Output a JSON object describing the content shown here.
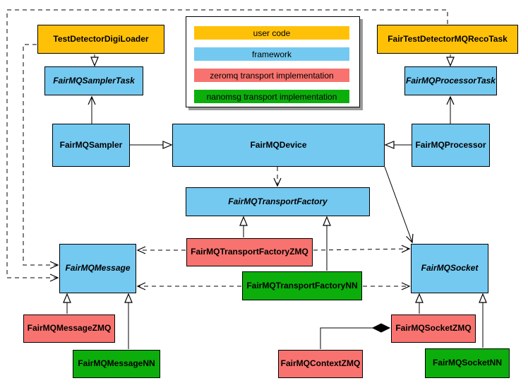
{
  "legend": {
    "items": [
      {
        "label": "user code",
        "color": "#FFC107"
      },
      {
        "label": "framework",
        "color": "#74C9F0"
      },
      {
        "label": "zeromq transport implementation",
        "color": "#F8736F"
      },
      {
        "label": "nanomsg transport implementation",
        "color": "#0CAE0C"
      }
    ]
  },
  "nodes": {
    "test_detector_digi_loader": {
      "label": "TestDetectorDigiLoader",
      "category": "user code",
      "abstract": false
    },
    "fair_test_detector_mq_reco_task": {
      "label": "FairTestDetectorMQRecoTask",
      "category": "user code",
      "abstract": false
    },
    "fair_mq_sampler_task": {
      "label": "FairMQSamplerTask",
      "category": "framework",
      "abstract": true
    },
    "fair_mq_processor_task": {
      "label": "FairMQProcessorTask",
      "category": "framework",
      "abstract": true
    },
    "fair_mq_sampler": {
      "label": "FairMQSampler",
      "category": "framework",
      "abstract": false
    },
    "fair_mq_device": {
      "label": "FairMQDevice",
      "category": "framework",
      "abstract": false
    },
    "fair_mq_processor": {
      "label": "FairMQProcessor",
      "category": "framework",
      "abstract": false
    },
    "fair_mq_transport_factory": {
      "label": "FairMQTransportFactory",
      "category": "framework",
      "abstract": true
    },
    "fair_mq_message": {
      "label": "FairMQMessage",
      "category": "framework",
      "abstract": true
    },
    "fair_mq_socket": {
      "label": "FairMQSocket",
      "category": "framework",
      "abstract": true
    },
    "fair_mq_transport_factory_zmq": {
      "label": "FairMQTransportFactoryZMQ",
      "category": "zeromq transport implementation",
      "abstract": false
    },
    "fair_mq_transport_factory_nn": {
      "label": "FairMQTransportFactoryNN",
      "category": "nanomsg transport implementation",
      "abstract": false
    },
    "fair_mq_message_zmq": {
      "label": "FairMQMessageZMQ",
      "category": "zeromq transport implementation",
      "abstract": false
    },
    "fair_mq_message_nn": {
      "label": "FairMQMessageNN",
      "category": "nanomsg transport implementation",
      "abstract": false
    },
    "fair_mq_socket_zmq": {
      "label": "FairMQSocketZMQ",
      "category": "zeromq transport implementation",
      "abstract": false
    },
    "fair_mq_socket_nn": {
      "label": "FairMQSocketNN",
      "category": "nanomsg transport implementation",
      "abstract": false
    },
    "fair_mq_context_zmq": {
      "label": "FairMQContextZMQ",
      "category": "zeromq transport implementation",
      "abstract": false
    }
  },
  "edges": [
    {
      "from": "TestDetectorDigiLoader",
      "to": "FairMQSamplerTask",
      "type": "inheritance",
      "line": "solid"
    },
    {
      "from": "FairTestDetectorMQRecoTask",
      "to": "FairMQProcessorTask",
      "type": "inheritance",
      "line": "solid"
    },
    {
      "from": "FairMQSampler",
      "to": "FairMQSamplerTask",
      "type": "association",
      "line": "solid"
    },
    {
      "from": "FairMQProcessor",
      "to": "FairMQProcessorTask",
      "type": "association",
      "line": "solid"
    },
    {
      "from": "FairMQSampler",
      "to": "FairMQDevice",
      "type": "inheritance",
      "line": "solid"
    },
    {
      "from": "FairMQProcessor",
      "to": "FairMQDevice",
      "type": "inheritance",
      "line": "solid"
    },
    {
      "from": "FairMQDevice",
      "to": "FairMQTransportFactory",
      "type": "dependency",
      "line": "dashed"
    },
    {
      "from": "FairMQDevice",
      "to": "FairMQSocket",
      "type": "association",
      "line": "solid"
    },
    {
      "from": "FairMQTransportFactoryZMQ",
      "to": "FairMQTransportFactory",
      "type": "inheritance",
      "line": "solid"
    },
    {
      "from": "FairMQTransportFactoryNN",
      "to": "FairMQTransportFactory",
      "type": "inheritance",
      "line": "solid"
    },
    {
      "from": "FairMQTransportFactoryZMQ",
      "to": "FairMQMessage",
      "type": "dependency",
      "line": "dashed"
    },
    {
      "from": "FairMQTransportFactoryZMQ",
      "to": "FairMQSocket",
      "type": "dependency",
      "line": "dashed"
    },
    {
      "from": "FairMQTransportFactoryNN",
      "to": "FairMQMessage",
      "type": "dependency",
      "line": "dashed"
    },
    {
      "from": "FairMQTransportFactoryNN",
      "to": "FairMQSocket",
      "type": "dependency",
      "line": "dashed"
    },
    {
      "from": "FairMQMessageZMQ",
      "to": "FairMQMessage",
      "type": "inheritance",
      "line": "solid"
    },
    {
      "from": "FairMQMessageNN",
      "to": "FairMQMessage",
      "type": "inheritance",
      "line": "solid"
    },
    {
      "from": "FairMQSocketZMQ",
      "to": "FairMQSocket",
      "type": "inheritance",
      "line": "solid"
    },
    {
      "from": "FairMQSocketNN",
      "to": "FairMQSocket",
      "type": "inheritance",
      "line": "solid"
    },
    {
      "from": "FairMQContextZMQ",
      "to": "FairMQSocketZMQ",
      "type": "composition",
      "line": "solid"
    },
    {
      "from": "TestDetectorDigiLoader",
      "to": "FairMQMessage",
      "type": "dependency",
      "line": "dashed"
    },
    {
      "from": "FairTestDetectorMQRecoTask",
      "to": "FairMQMessage",
      "type": "dependency",
      "line": "dashed"
    }
  ]
}
